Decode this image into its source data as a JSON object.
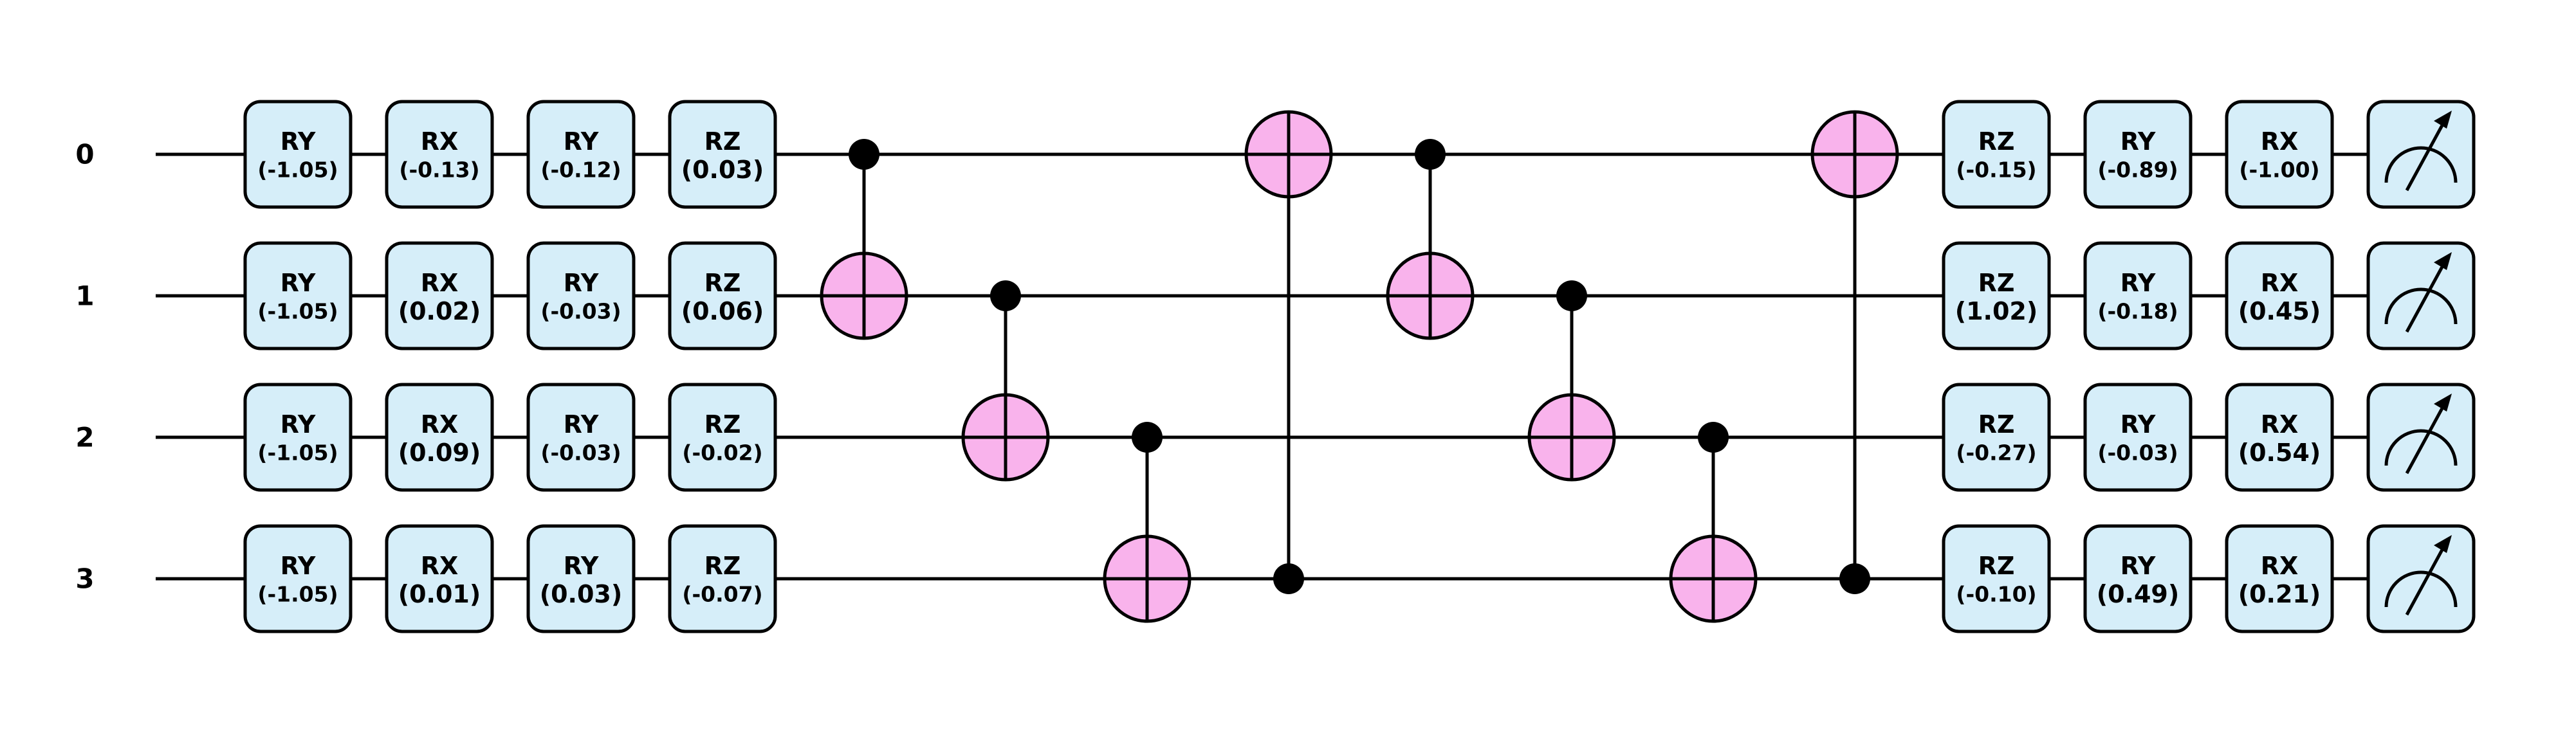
{
  "qubits": [
    "0",
    "1",
    "2",
    "3"
  ],
  "colors": {
    "wire": "#000000",
    "gate_fill": "#d6eef9",
    "gate_stroke": "#000000",
    "target_fill": "#f9b3ec",
    "control_fill": "#000000"
  },
  "gates": [
    {
      "op": "RY",
      "param": "(-1.05)",
      "qubit": 0,
      "col": 0
    },
    {
      "op": "RY",
      "param": "(-1.05)",
      "qubit": 1,
      "col": 0
    },
    {
      "op": "RY",
      "param": "(-1.05)",
      "qubit": 2,
      "col": 0
    },
    {
      "op": "RY",
      "param": "(-1.05)",
      "qubit": 3,
      "col": 0
    },
    {
      "op": "RX",
      "param": "(-0.13)",
      "qubit": 0,
      "col": 1
    },
    {
      "op": "RX",
      "param": "(0.02)",
      "qubit": 1,
      "col": 1
    },
    {
      "op": "RX",
      "param": "(0.09)",
      "qubit": 2,
      "col": 1
    },
    {
      "op": "RX",
      "param": "(0.01)",
      "qubit": 3,
      "col": 1
    },
    {
      "op": "RY",
      "param": "(-0.12)",
      "qubit": 0,
      "col": 2
    },
    {
      "op": "RY",
      "param": "(-0.03)",
      "qubit": 1,
      "col": 2
    },
    {
      "op": "RY",
      "param": "(-0.03)",
      "qubit": 2,
      "col": 2
    },
    {
      "op": "RY",
      "param": "(0.03)",
      "qubit": 3,
      "col": 2
    },
    {
      "op": "RZ",
      "param": "(0.03)",
      "qubit": 0,
      "col": 3
    },
    {
      "op": "RZ",
      "param": "(0.06)",
      "qubit": 1,
      "col": 3
    },
    {
      "op": "RZ",
      "param": "(-0.02)",
      "qubit": 2,
      "col": 3
    },
    {
      "op": "RZ",
      "param": "(-0.07)",
      "qubit": 3,
      "col": 3
    },
    {
      "op": "RZ",
      "param": "(-0.15)",
      "qubit": 0,
      "col": 12
    },
    {
      "op": "RZ",
      "param": "(1.02)",
      "qubit": 1,
      "col": 12
    },
    {
      "op": "RZ",
      "param": "(-0.27)",
      "qubit": 2,
      "col": 12
    },
    {
      "op": "RZ",
      "param": "(-0.10)",
      "qubit": 3,
      "col": 12
    },
    {
      "op": "RY",
      "param": "(-0.89)",
      "qubit": 0,
      "col": 13
    },
    {
      "op": "RY",
      "param": "(-0.18)",
      "qubit": 1,
      "col": 13
    },
    {
      "op": "RY",
      "param": "(-0.03)",
      "qubit": 2,
      "col": 13
    },
    {
      "op": "RY",
      "param": "(0.49)",
      "qubit": 3,
      "col": 13
    },
    {
      "op": "RX",
      "param": "(-1.00)",
      "qubit": 0,
      "col": 14
    },
    {
      "op": "RX",
      "param": "(0.45)",
      "qubit": 1,
      "col": 14
    },
    {
      "op": "RX",
      "param": "(0.54)",
      "qubit": 2,
      "col": 14
    },
    {
      "op": "RX",
      "param": "(0.21)",
      "qubit": 3,
      "col": 14
    }
  ],
  "cnots": [
    {
      "control": 0,
      "target": 1,
      "col": 4
    },
    {
      "control": 1,
      "target": 2,
      "col": 5
    },
    {
      "control": 2,
      "target": 3,
      "col": 6
    },
    {
      "control": 3,
      "target": 0,
      "col": 7
    },
    {
      "control": 0,
      "target": 1,
      "col": 8
    },
    {
      "control": 1,
      "target": 2,
      "col": 9
    },
    {
      "control": 2,
      "target": 3,
      "col": 10
    },
    {
      "control": 3,
      "target": 0,
      "col": 11
    }
  ],
  "measurements": [
    {
      "qubit": 0,
      "col": 15,
      "icon": "meter-icon"
    },
    {
      "qubit": 1,
      "col": 15,
      "icon": "meter-icon"
    },
    {
      "qubit": 2,
      "col": 15,
      "icon": "meter-icon"
    },
    {
      "qubit": 3,
      "col": 15,
      "icon": "meter-icon"
    }
  ]
}
